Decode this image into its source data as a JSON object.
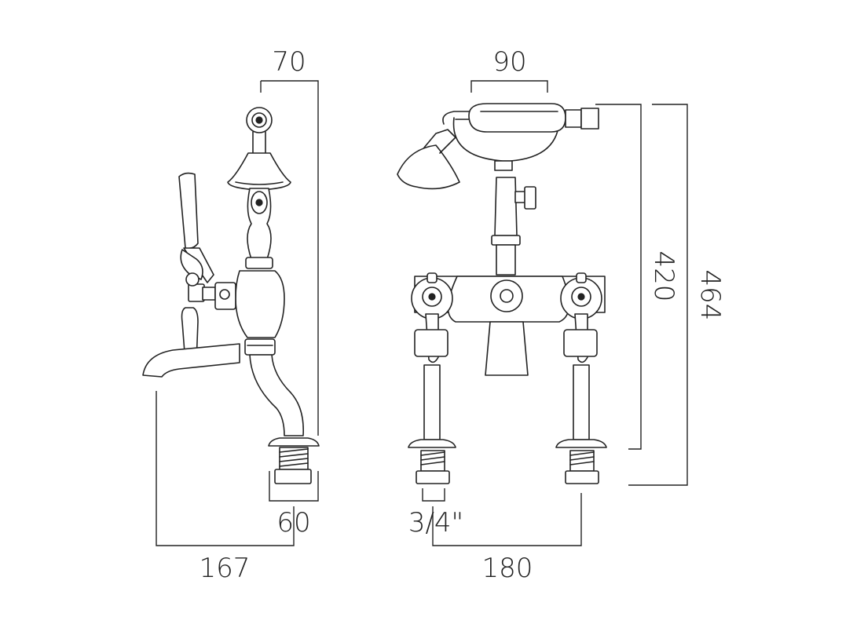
{
  "dimensions": {
    "side_top_width": "70",
    "side_base_width": "60",
    "side_spout_reach": "167",
    "front_handset_width": "90",
    "front_connector_size": "3/4\"",
    "front_centres": "180",
    "height_inner": "420",
    "height_outer": "464"
  }
}
